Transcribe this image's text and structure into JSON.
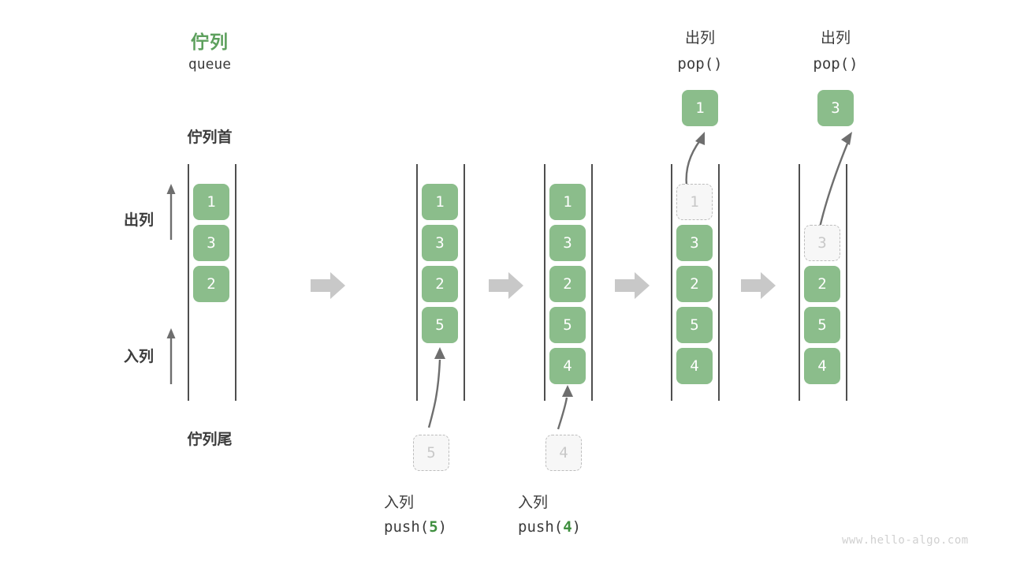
{
  "diagram": {
    "title_cn": "佇列",
    "title_en": "queue",
    "head_label": "佇列首",
    "tail_label": "佇列尾",
    "dequeue_label": "出列",
    "enqueue_label": "入列",
    "watermark": "www.hello-algo.com",
    "colors": {
      "accent_green": "#5da05d",
      "cell_green": "#8bbd8b",
      "cell_text": "#ffffff",
      "ghost_fill": "#f7f7f7",
      "ghost_border": "#bdbdbd",
      "ghost_text": "#c8c8c8",
      "rail": "#4f4f4f",
      "arrow_gray": "#6e6e6e",
      "step_arrow": "#c8c8c8",
      "text": "#3c3c3c",
      "watermark": "#d0d0d0"
    }
  },
  "columns": [
    {
      "id": "initial",
      "cells": [
        {
          "value": "1",
          "state": "filled"
        },
        {
          "value": "3",
          "state": "filled"
        },
        {
          "value": "2",
          "state": "filled"
        }
      ]
    },
    {
      "id": "after-push-5",
      "cells": [
        {
          "value": "1",
          "state": "filled"
        },
        {
          "value": "3",
          "state": "filled"
        },
        {
          "value": "2",
          "state": "filled"
        },
        {
          "value": "5",
          "state": "filled"
        }
      ],
      "incoming": {
        "value": "5",
        "state": "ghost"
      },
      "caption_cn": "入列",
      "caption_code_prefix": "push(",
      "caption_code_num": "5",
      "caption_code_suffix": ")"
    },
    {
      "id": "after-push-4",
      "cells": [
        {
          "value": "1",
          "state": "filled"
        },
        {
          "value": "3",
          "state": "filled"
        },
        {
          "value": "2",
          "state": "filled"
        },
        {
          "value": "5",
          "state": "filled"
        },
        {
          "value": "4",
          "state": "filled"
        }
      ],
      "incoming": {
        "value": "4",
        "state": "ghost"
      },
      "caption_cn": "入列",
      "caption_code_prefix": "push(",
      "caption_code_num": "4",
      "caption_code_suffix": ")"
    },
    {
      "id": "after-pop-1",
      "cells": [
        {
          "value": "1",
          "state": "ghost"
        },
        {
          "value": "3",
          "state": "filled"
        },
        {
          "value": "2",
          "state": "filled"
        },
        {
          "value": "5",
          "state": "filled"
        },
        {
          "value": "4",
          "state": "filled"
        }
      ],
      "popped": {
        "value": "1",
        "state": "filled"
      },
      "caption_cn": "出列",
      "caption_code": "pop()"
    },
    {
      "id": "after-pop-3",
      "cells": [
        {
          "value": "",
          "state": "empty"
        },
        {
          "value": "3",
          "state": "ghost"
        },
        {
          "value": "2",
          "state": "filled"
        },
        {
          "value": "5",
          "state": "filled"
        },
        {
          "value": "4",
          "state": "filled"
        }
      ],
      "popped": {
        "value": "3",
        "state": "filled"
      },
      "caption_cn": "出列",
      "caption_code": "pop()"
    }
  ]
}
